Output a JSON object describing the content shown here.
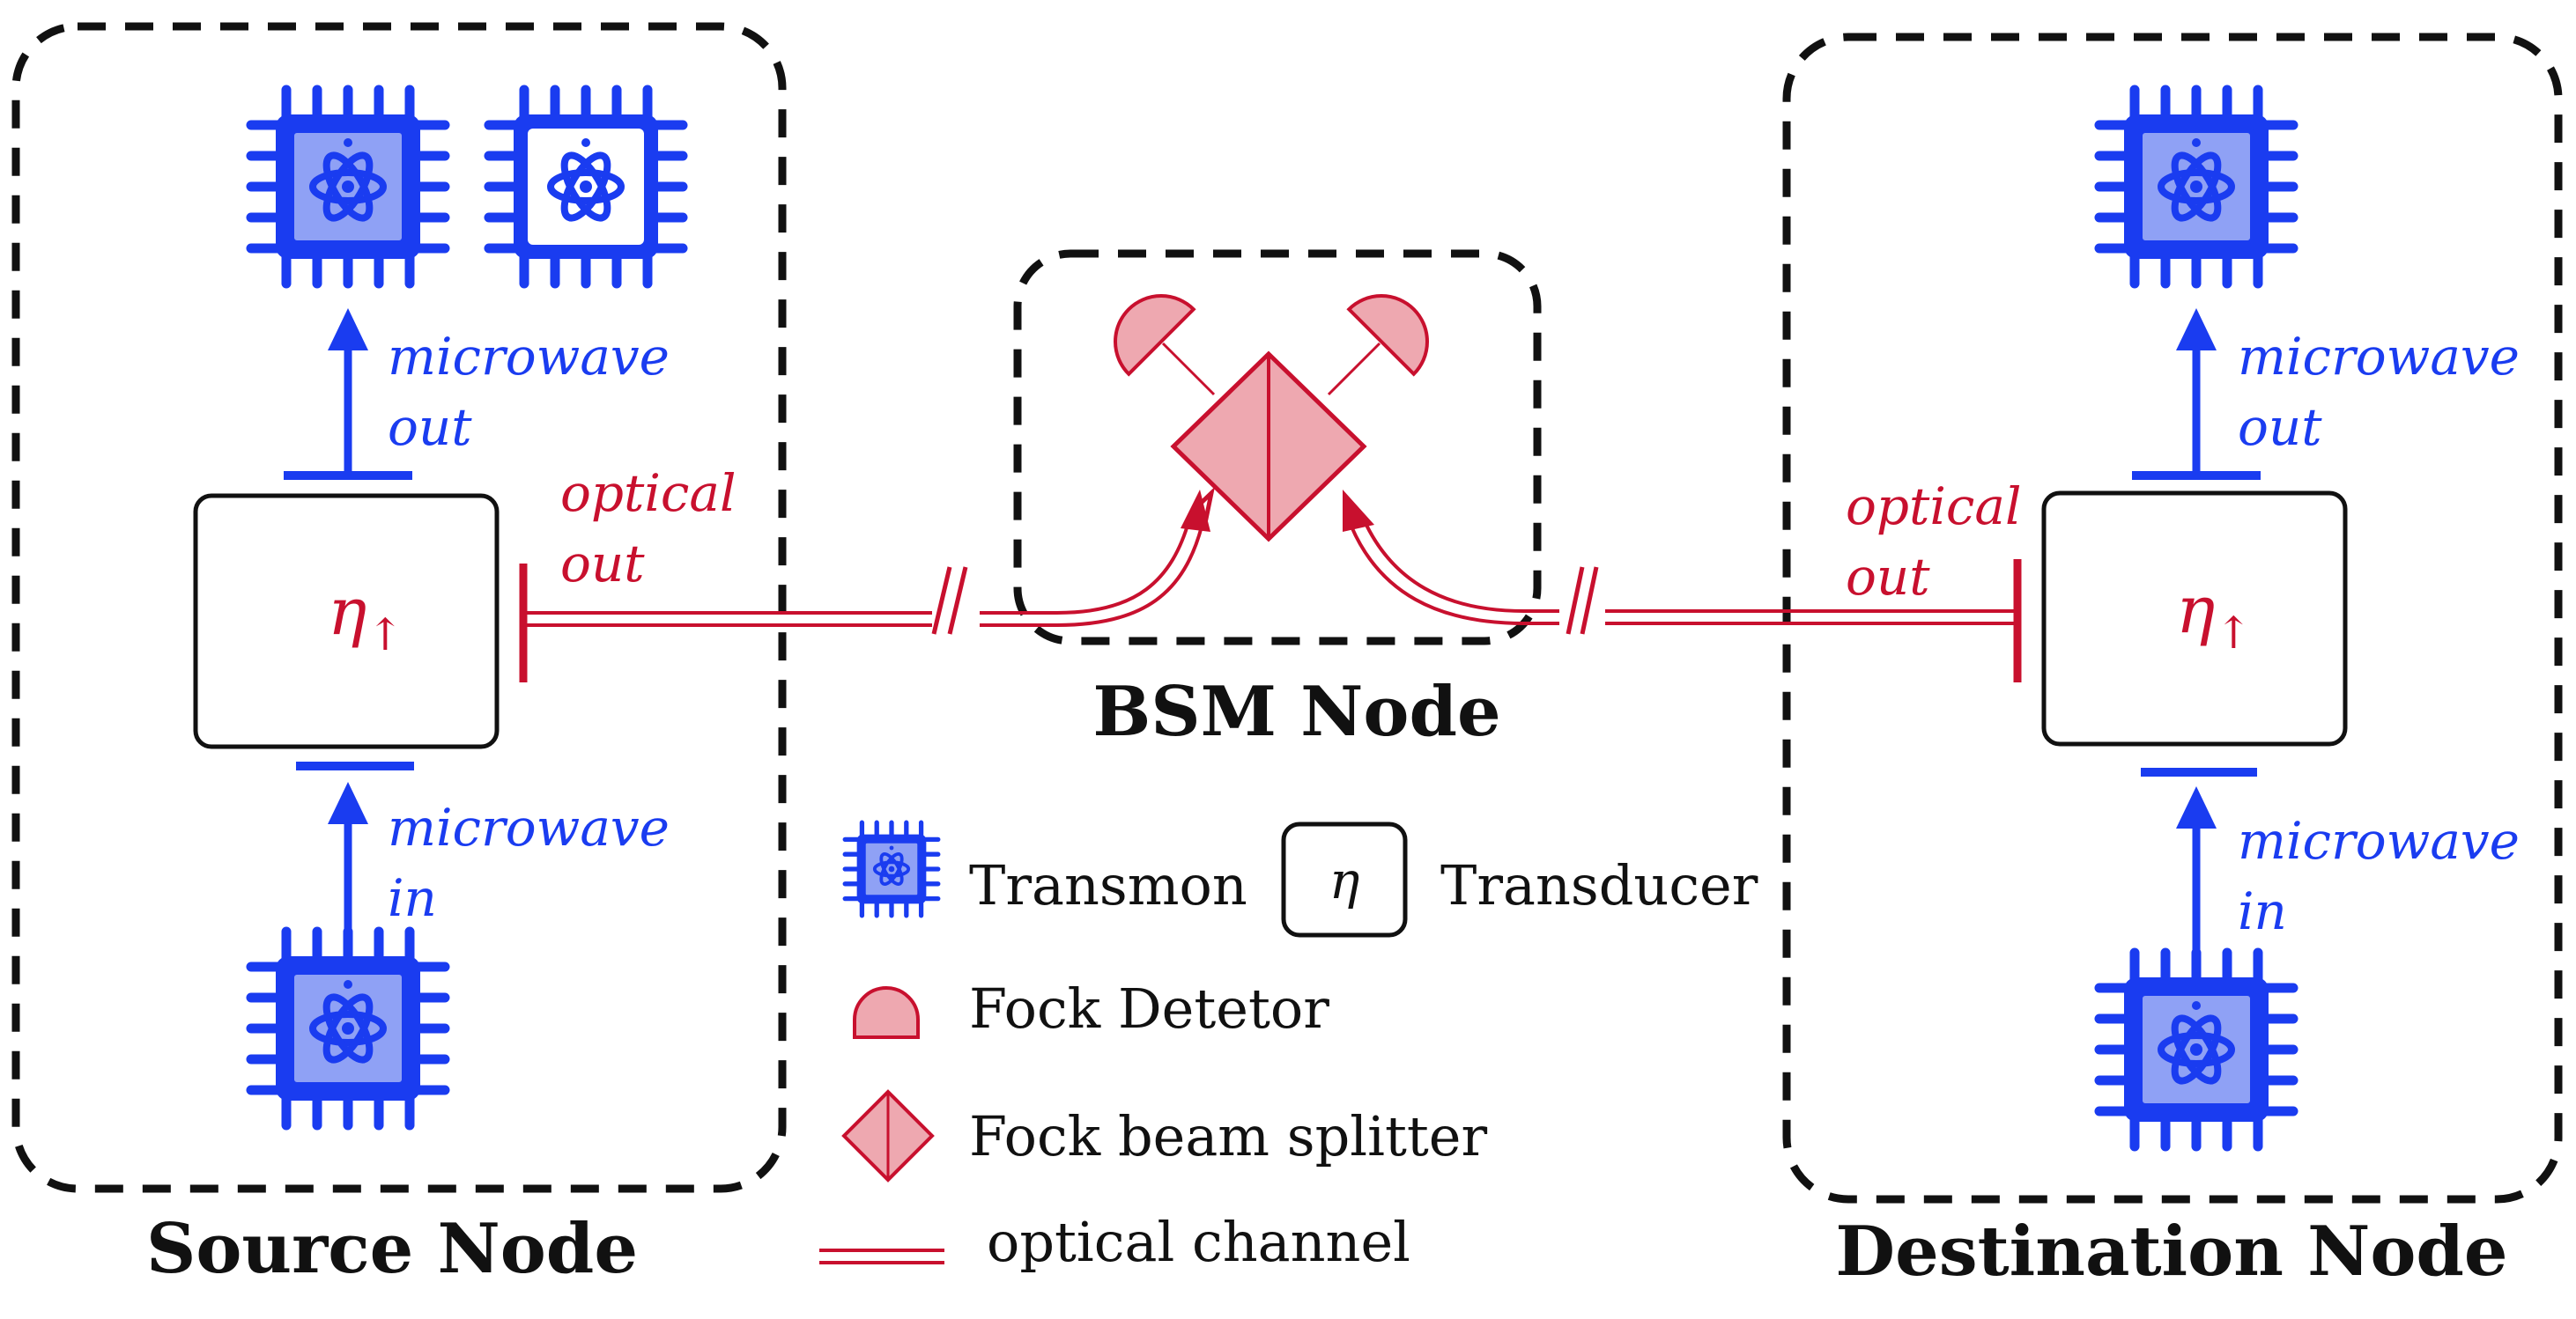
{
  "colors": {
    "transmon": "#1a3cf0",
    "transmon_fill": "#8fa1f5",
    "optical": "#c8102e",
    "optical_fill": "#eea8b0",
    "border": "#111111"
  },
  "nodes": {
    "source": {
      "title": "Source Node"
    },
    "bsm": {
      "title": "BSM Node"
    },
    "destination": {
      "title": "Destination Node"
    }
  },
  "transducer": {
    "symbol": "η",
    "subscript": "↑"
  },
  "labels": {
    "microwave": "microwave",
    "out": "out",
    "in": "in",
    "optical": "optical"
  },
  "legend": {
    "transmon": "Transmon",
    "transducer_symbol": "η",
    "transducer": "Transducer",
    "fock_detector": "Fock Detetor",
    "fock_beam_splitter": "Fock beam splitter",
    "optical_channel": "optical channel"
  },
  "icons": {
    "transmon": "transmon-chip-icon",
    "detector": "fock-detector-icon",
    "beam_splitter": "fock-beam-splitter-icon"
  }
}
